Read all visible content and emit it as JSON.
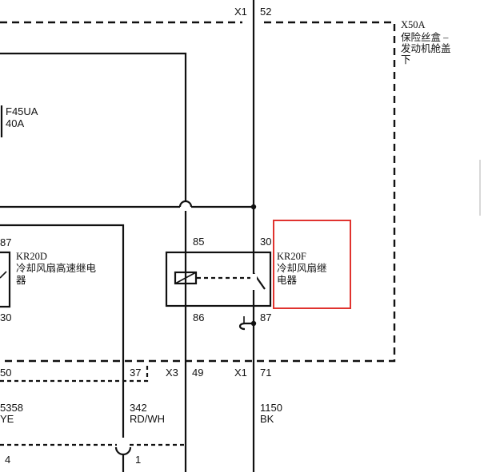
{
  "connector_top": {
    "x1": "X1",
    "pin": "52"
  },
  "fusebox": {
    "id": "X50A",
    "name_lines": [
      "保险丝盒 –",
      "发动机舱盖",
      "下"
    ]
  },
  "fuse": {
    "id": "F45UA",
    "rating": "40A"
  },
  "relay_left": {
    "id": "KR20D",
    "name_lines": [
      "冷却风扇高速继电",
      "器"
    ],
    "pin_top": "87",
    "pin_bottom": "30"
  },
  "relay_main": {
    "id": "KR20F",
    "name_lines": [
      "冷却风扇继",
      "电器"
    ],
    "pin_85": "85",
    "pin_30": "30",
    "pin_86": "86",
    "pin_87": "87"
  },
  "bottom_connectors": {
    "left_pin": "50",
    "mid_pin": "37",
    "x3": "X3",
    "x3_pin": "49",
    "x1": "X1",
    "x1_pin": "71"
  },
  "wires": {
    "left": {
      "code": "5358",
      "color": "YE"
    },
    "mid": {
      "code": "342",
      "color": "RD/WH"
    },
    "right": {
      "code": "1150",
      "color": "BK"
    }
  },
  "inline_pins": {
    "left": "4",
    "right": "1"
  },
  "colors": {
    "line": "#111111",
    "highlight": "#e0332f",
    "background": "#ffffff"
  }
}
